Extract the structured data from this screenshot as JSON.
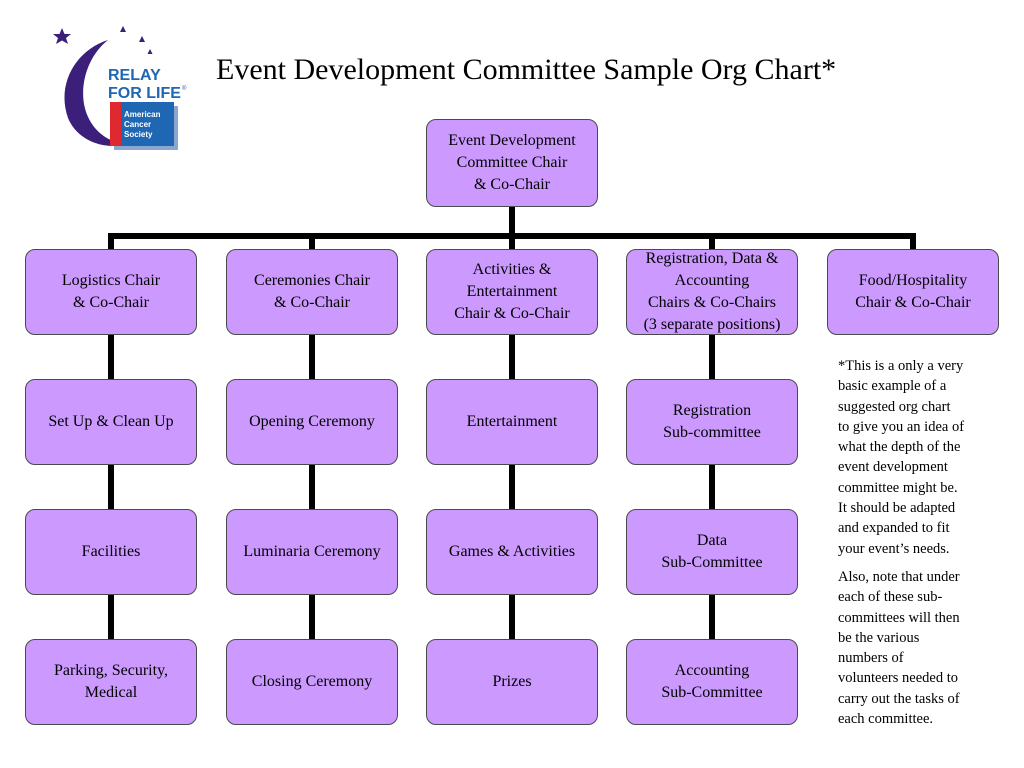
{
  "title": "Event Development Committee Sample Org Chart*",
  "logo": {
    "line1": "RELAY",
    "line2": "FOR LIFE",
    "society_line1": "American",
    "society_line2": "Cancer",
    "society_line3": "Society",
    "registered_mark": "®"
  },
  "org": {
    "top": "Event Development\nCommittee Chair\n& Co-Chair",
    "columns": [
      {
        "chair": "Logistics Chair\n& Co-Chair",
        "subs": [
          "Set Up & Clean Up",
          "Facilities",
          "Parking, Security,\nMedical"
        ]
      },
      {
        "chair": "Ceremonies Chair\n& Co-Chair",
        "subs": [
          "Opening Ceremony",
          "Luminaria Ceremony",
          "Closing Ceremony"
        ]
      },
      {
        "chair": "Activities &\nEntertainment\nChair & Co-Chair",
        "subs": [
          "Entertainment",
          "Games & Activities",
          "Prizes"
        ]
      },
      {
        "chair": "Registration, Data &\nAccounting\nChairs & Co-Chairs\n(3 separate positions)",
        "subs": [
          "Registration\nSub-committee",
          "Data\nSub-Committee",
          "Accounting\nSub-Committee"
        ]
      },
      {
        "chair": "Food/Hospitality\nChair & Co-Chair",
        "subs": []
      }
    ]
  },
  "notes": {
    "p1": "*This is a only a very\nbasic example of a\nsuggested org chart\nto give you an idea of\nwhat the depth of the\nevent development\ncommittee might be.\nIt should be adapted\nand expanded to fit\nyour event’s needs.",
    "p2": "Also, note that under\neach of these sub-\ncommittees will then\nbe the various\nnumbers of\nvolunteers needed to\ncarry out the tasks of\neach committee."
  },
  "colors": {
    "node_fill": "#cc99ff",
    "logo_purple": "#3b1f7a",
    "logo_blue": "#1f66b3",
    "logo_red": "#e0292e",
    "line": "#000000"
  }
}
